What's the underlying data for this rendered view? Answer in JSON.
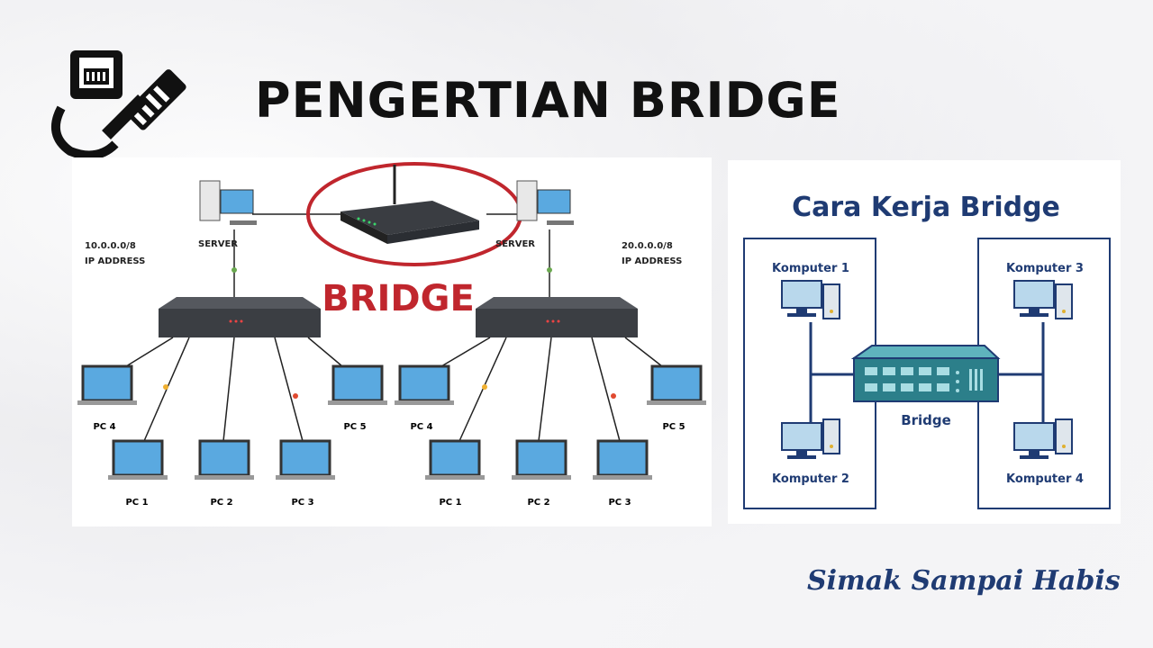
{
  "header": {
    "title": "PENGERTIAN BRIDGE",
    "logo_icon": "ethernet-cable-icon"
  },
  "left_diagram": {
    "center_label": "BRIDGE",
    "networks": [
      {
        "server_label": "SERVER",
        "network_address": "10.0.0.0/8",
        "ip_label": "IP ADDRESS",
        "pcs": [
          "PC 4",
          "PC 1",
          "PC 2",
          "PC 3",
          "PC 5"
        ]
      },
      {
        "server_label": "SERVER",
        "network_address": "20.0.0.0/8",
        "ip_label": "IP ADDRESS",
        "pcs": [
          "PC 4",
          "PC 1",
          "PC 2",
          "PC 3",
          "PC 5"
        ]
      }
    ]
  },
  "right_diagram": {
    "title": "Cara Kerja Bridge",
    "center_label": "Bridge",
    "computers": [
      "Komputer 1",
      "Komputer 2",
      "Komputer 3",
      "Komputer 4"
    ]
  },
  "footer": {
    "tagline": "Simak Sampai Habis"
  },
  "colors": {
    "bridge_red": "#c0262d",
    "diagram_navy": "#1f3b73",
    "bridge_teal": "#2c7f8a",
    "switch_gray": "#4a4d52"
  }
}
